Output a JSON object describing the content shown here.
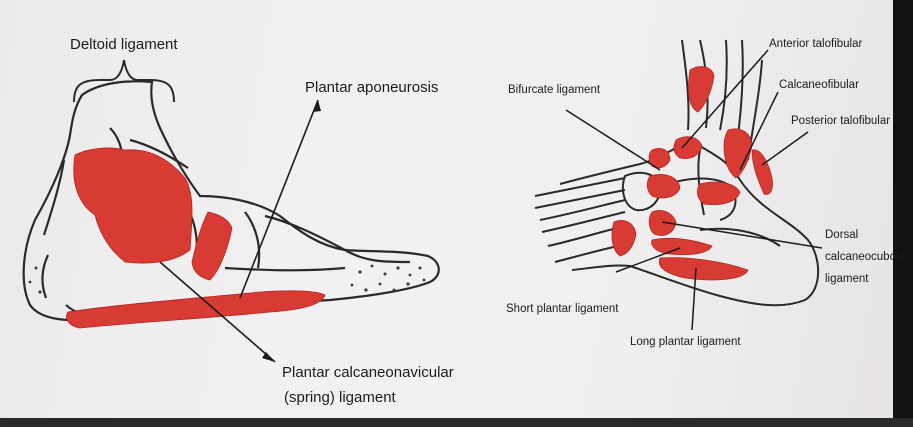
{
  "medial_view": {
    "labels": {
      "deltoid": "Deltoid ligament",
      "plantar_aponeurosis": "Plantar aponeurosis",
      "spring_line1": "Plantar calcaneonavicular",
      "spring_line2": "(spring) ligament"
    }
  },
  "lateral_view": {
    "labels": {
      "bifurcate": "Bifurcate ligament",
      "anterior_talofibular": "Anterior talofibular",
      "calcaneofibular": "Calcaneofibular",
      "posterior_talofibular": "Posterior talofibular",
      "dorsal_line1": "Dorsal",
      "dorsal_line2": "calcaneocuboid",
      "dorsal_line3": "ligament",
      "short_plantar": "Short plantar ligament",
      "long_plantar": "Long plantar ligament"
    }
  },
  "colors": {
    "ligament": "#d83a34",
    "outline": "#2a2a2a",
    "background": "#efedee"
  }
}
